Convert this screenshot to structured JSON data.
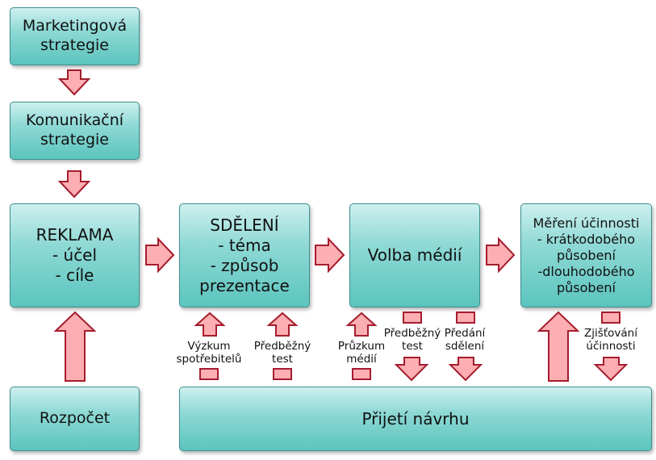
{
  "boxes": {
    "marketing": "Marketingová\nstrategie",
    "communication": "Komunikační\nstrategie",
    "advertising": "REKLAMA\n- účel\n- cíle",
    "message": "SDĚLENÍ\n- téma\n- způsob\nprezentace",
    "media": "Volba médií",
    "measurement": "Měření účinnosti\n- krátkodobého\npůsobení\n-dlouhodobého\npůsobení",
    "budget": "Rozpočet",
    "acceptance": "Přijetí návrhu"
  },
  "labels": {
    "consumer_research": "Výzkum\nspotřebitelů",
    "pretest_message": "Předběžný\ntest",
    "media_research": "Průzkum\nmédií",
    "pretest_media": "Předběžný\ntest",
    "message_delivery": "Předání\nsdělení",
    "effectiveness_check": "Zjišťování\núčinnosti"
  },
  "colors": {
    "box_fill": "#8ed9d5",
    "box_border": "#3f8f8e",
    "arrow_fill": "#fcaeb2",
    "arrow_stroke": "#a51d2d"
  }
}
